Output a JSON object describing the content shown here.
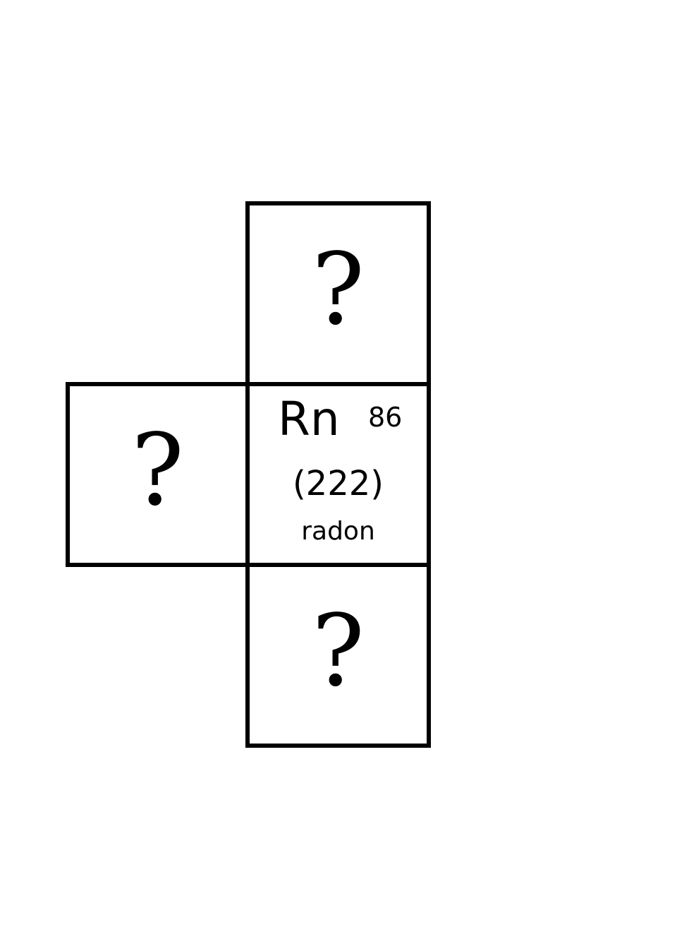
{
  "cells": {
    "top": {
      "text": "?"
    },
    "left": {
      "text": "?"
    },
    "bottom": {
      "text": "?"
    },
    "center": {
      "symbol": "Rn",
      "atomic_number": "86",
      "atomic_mass": "(222)",
      "name": "radon"
    }
  }
}
